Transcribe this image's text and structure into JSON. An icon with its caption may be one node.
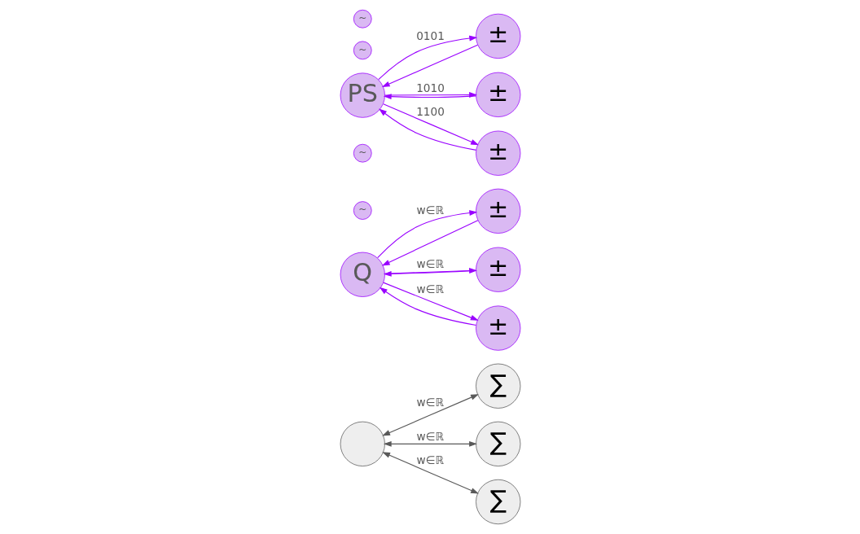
{
  "diagram": {
    "nodes": [
      {
        "text": [],
        "shape": "circle"
      },
      {
        "text": [
          "∑"
        ]
      },
      {
        "text": [
          "∑"
        ]
      },
      {
        "text": [
          "∑"
        ]
      },
      {
        "text": [
          "Q"
        ]
      },
      {
        "text": [
          "±"
        ]
      },
      {
        "text": [
          "±"
        ]
      },
      {
        "text": [
          "±"
        ]
      },
      {
        "text": [
          "~"
        ]
      },
      {
        "text": [
          "~"
        ]
      },
      {
        "text": [
          "PS"
        ]
      },
      {
        "text": [
          "±"
        ]
      },
      {
        "text": [
          "±"
        ]
      },
      {
        "text": [
          "±"
        ]
      },
      {
        "text": [
          "~"
        ]
      },
      {
        "text": [
          "~"
        ]
      }
    ],
    "edges": [
      {
        "from": 0,
        "to": 1,
        "arrow": "both",
        "label": "w∈ℝ",
        "color": "#595959"
      },
      {
        "from": 0,
        "to": 2,
        "arrow": "both",
        "label": "w∈ℝ",
        "color": "#595959"
      },
      {
        "from": 0,
        "to": 3,
        "arrow": "both",
        "label": "w∈ℝ",
        "color": "#595959"
      },
      {
        "from": 4,
        "to": 5,
        "arrow": "to",
        "label": "w∈ℝ"
      },
      {
        "from": 5,
        "to": 4,
        "arrow": "to"
      },
      {
        "from": 4,
        "to": 6,
        "arrow": "to",
        "label": "w∈ℝ"
      },
      {
        "from": 6,
        "to": 4,
        "arrow": "to"
      },
      {
        "from": 4,
        "to": 7,
        "arrow": "to",
        "label": "w∈ℝ"
      },
      {
        "from": 7,
        "to": 4,
        "arrow": "to"
      },
      {
        "from": 10,
        "to": 11,
        "arrow": "to",
        "label": "0101"
      },
      {
        "from": 11,
        "to": 10,
        "arrow": "to"
      },
      {
        "from": 10,
        "to": 12,
        "arrow": "to",
        "label": "1010"
      },
      {
        "from": 12,
        "to": 10,
        "arrow": "to"
      },
      {
        "from": 10,
        "to": 13,
        "arrow": "to",
        "label": "1100"
      },
      {
        "from": 13,
        "to": 10,
        "arrow": "to"
      }
    ]
  }
}
